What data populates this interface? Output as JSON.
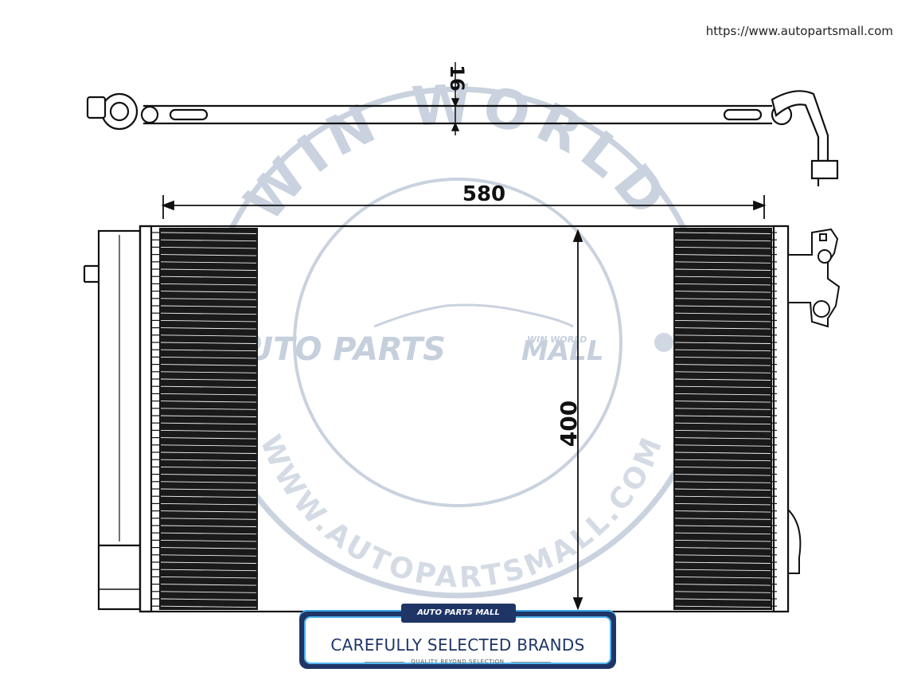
{
  "header": {
    "url": "https://www.autopartsmall.com"
  },
  "dimensions": {
    "width": "580",
    "height": "400",
    "pipe": "16"
  },
  "watermark": {
    "arc_top": "WIN WORLD",
    "arc_bottom": "WWW.AUTOPARTSMALL.COM",
    "brand": "AUTO PARTS",
    "brand_small": "WIN WORLD",
    "brand_mall": "MALL",
    "color": "#c9d2de"
  },
  "badge": {
    "tab_label": "AUTO PARTS MALL",
    "title": "CAREFULLY SELECTED BRANDS",
    "subtitle": "QUALITY BEYOND SELECTION",
    "navy": "#1e3566",
    "accent": "#52b6ee"
  }
}
